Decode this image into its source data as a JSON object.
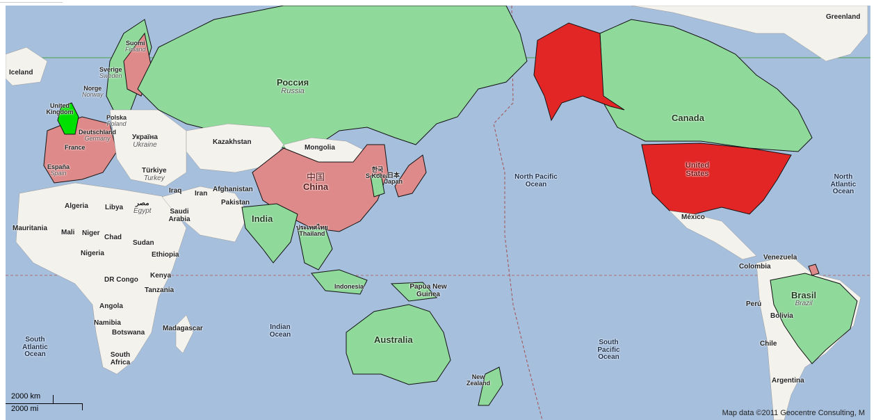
{
  "map": {
    "colors": {
      "ocean": "#a6bfdd",
      "land": "#f4f2ec",
      "green_highlight": "#8fd99a",
      "bright_green": "#00e000",
      "pink_highlight": "#df8a8a",
      "red_highlight": "#e22626",
      "border": "#111111"
    },
    "labels": {
      "greenland": "Greenland",
      "iceland": "Iceland",
      "suomi": "Suomi",
      "finland": "Finland",
      "sverige": "Sverige",
      "sweden": "Sweden",
      "norge": "Norge",
      "norway": "Norway",
      "united_kingdom": "United Kingdom",
      "polska": "Polska",
      "poland": "Poland",
      "deutschland": "Deutschland",
      "germany": "Germany",
      "france": "France",
      "espana": "España",
      "spain": "Spain",
      "ukraina": "Україна",
      "ukraine": "Ukraine",
      "turkiye": "Türkiye",
      "turkey": "Turkey",
      "rossiya": "Россия",
      "russia": "Russia",
      "kazakhstan": "Kazakhstan",
      "mongolia": "Mongolia",
      "china_native": "中国",
      "china": "China",
      "korea_native": "한국",
      "s_korea": "S Korea",
      "japan_native": "日本",
      "japan": "Japan",
      "iraq": "Iraq",
      "iran": "Iran",
      "afghanistan": "Afghanistan",
      "pakistan": "Pakistan",
      "india": "India",
      "thailand_native": "ประเทศไทย",
      "thailand": "Thailand",
      "indonesia": "Indonesia",
      "papua_new_guinea": "Papua New Guinea",
      "australia": "Australia",
      "new_zealand": "New Zealand",
      "canada": "Canada",
      "united_states": "United States",
      "mexico": "México",
      "venezuela": "Venezuela",
      "colombia": "Colombia",
      "brasil": "Brasil",
      "brazil": "Brazil",
      "peru": "Perú",
      "bolivia": "Bolivia",
      "chile": "Chile",
      "argentina": "Argentina",
      "algeria": "Algeria",
      "libya": "Libya",
      "misr": "مصر",
      "egypt": "Egypt",
      "saudi_arabia": "Saudi Arabia",
      "mauritania": "Mauritania",
      "mali": "Mali",
      "niger": "Niger",
      "chad": "Chad",
      "sudan": "Sudan",
      "nigeria": "Nigeria",
      "ethiopia": "Ethiopia",
      "dr_congo": "DR Congo",
      "kenya": "Kenya",
      "tanzania": "Tanzania",
      "angola": "Angola",
      "namibia": "Namibia",
      "botswana": "Botswana",
      "madagascar": "Madagascar",
      "south_africa": "South Africa",
      "north_pacific_ocean": "North Pacific Ocean",
      "north_atlantic_ocean": "North Atlantic Ocean",
      "south_atlantic_ocean": "South Atlantic Ocean",
      "indian_ocean": "Indian Ocean",
      "south_pacific_ocean": "South Pacific Ocean"
    },
    "scale": {
      "km": "2000 km",
      "mi": "2000 mi"
    },
    "attribution": "Map data ©2011 Geocentre Consulting, M"
  }
}
